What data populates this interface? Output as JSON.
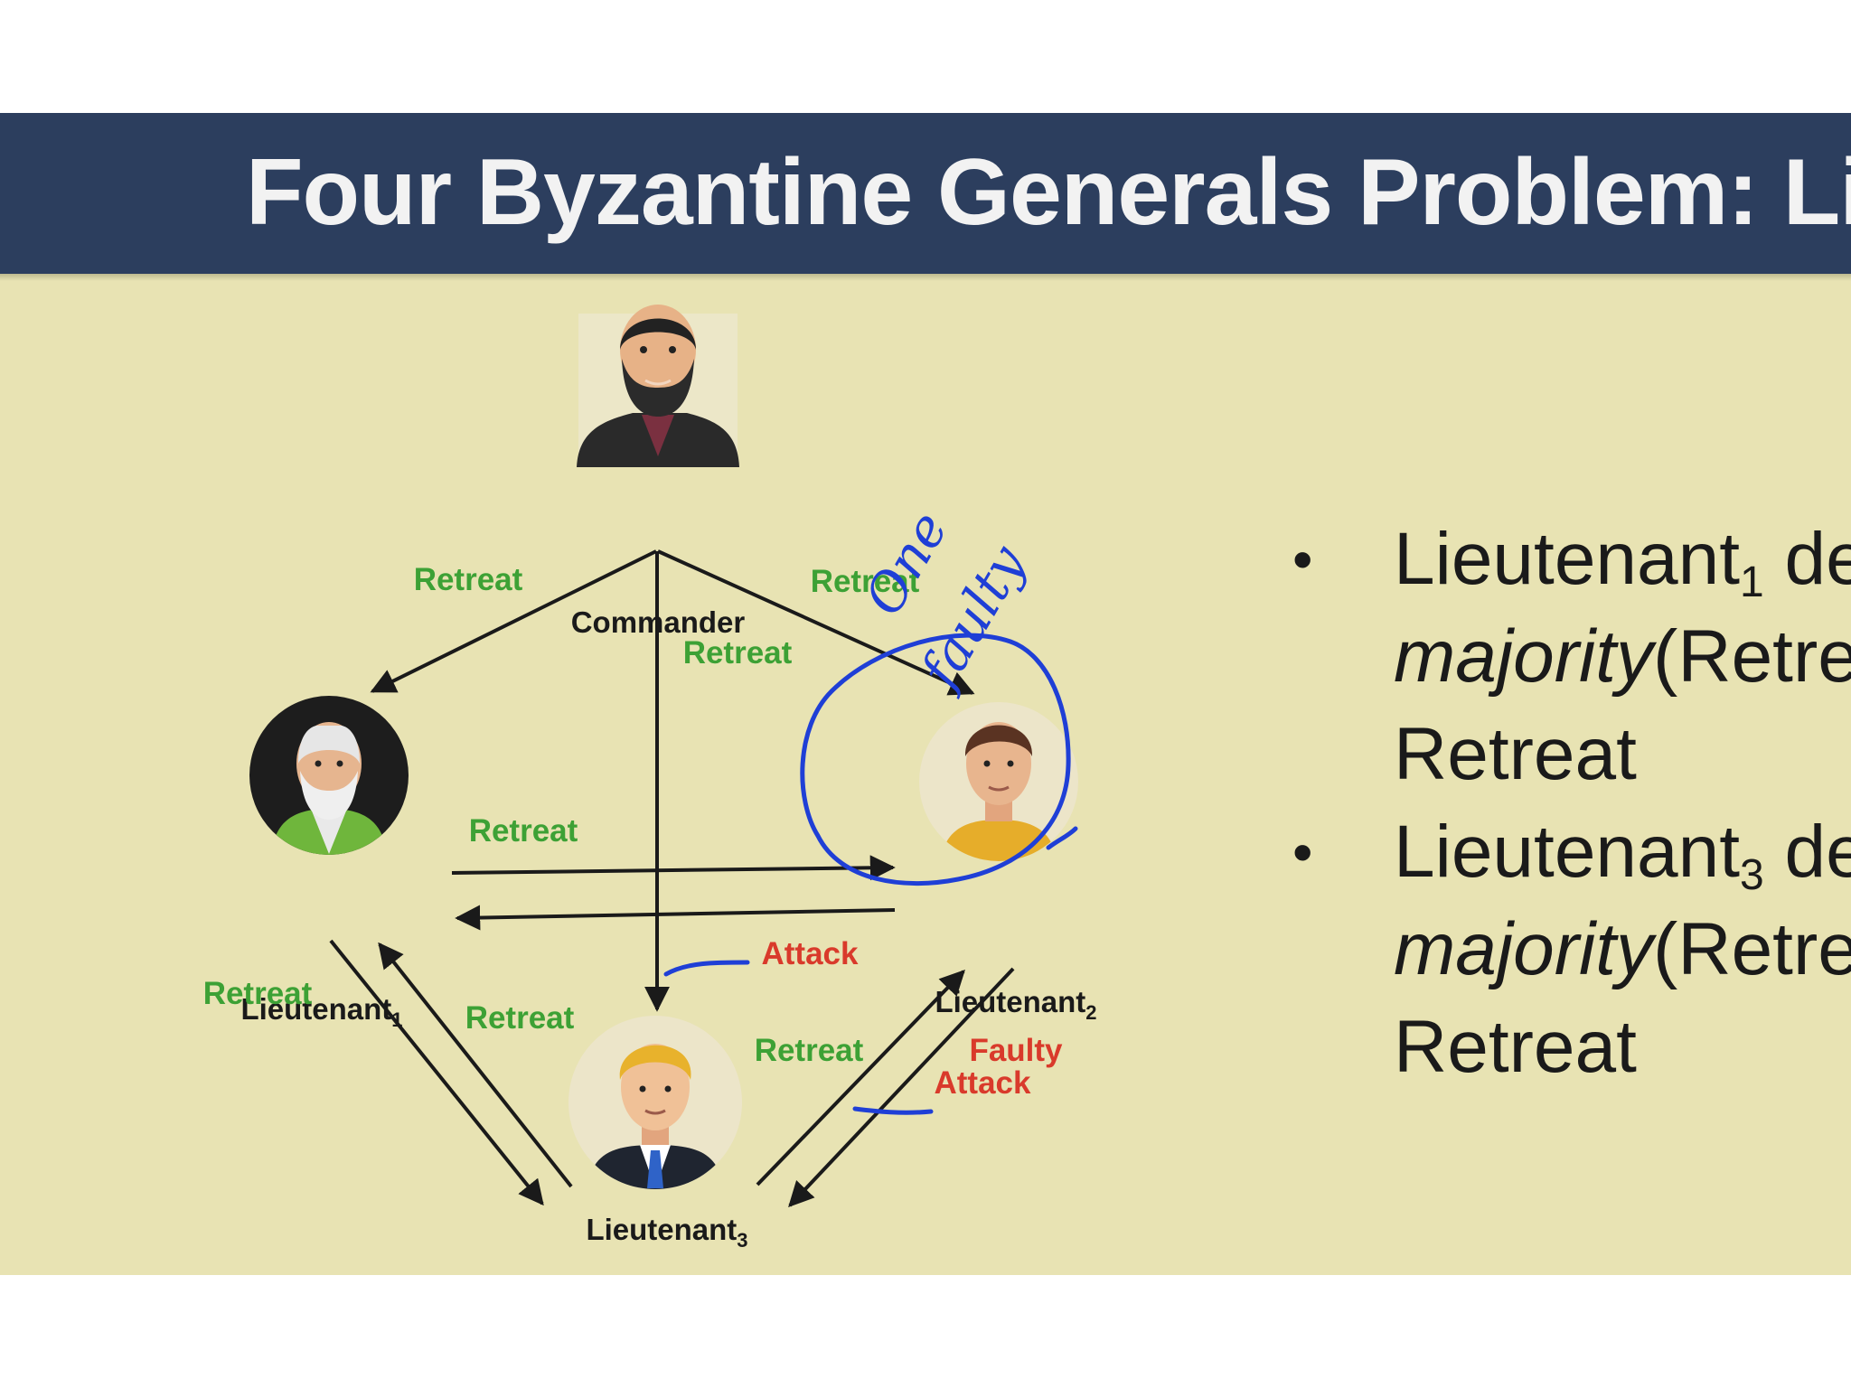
{
  "slide": {
    "title": "Four Byzantine Generals Problem: Lieutena",
    "colors": {
      "title_bar": "#2c3e5e",
      "background": "#e8e3b3",
      "green_label": "#3da135",
      "red_label": "#d93a2b",
      "ink": "#1f3fd6"
    }
  },
  "diagram": {
    "nodes": {
      "commander": {
        "label": "Commander",
        "icon": "commander-avatar"
      },
      "lieutenant1": {
        "label": "Lieutenant",
        "sub": "1",
        "icon": "old-man-avatar"
      },
      "lieutenant2": {
        "label": "Lieutenant",
        "sub": "2",
        "status": "Faulty",
        "icon": "young-man-avatar"
      },
      "lieutenant3": {
        "label": "Lieutenant",
        "sub": "3",
        "icon": "blonde-businessman-avatar"
      }
    },
    "messages": {
      "c_to_l1": "Retreat",
      "c_to_l2": "Retreat",
      "c_to_l3": "Retreat",
      "l1_to_l2": "Retreat",
      "l1_to_l3": "Retreat",
      "l3_to_l1": "Retreat",
      "l3_to_l2": "Retreat",
      "l2_to_l3": "Attack",
      "l2_to_l3_center": "Attack"
    }
  },
  "annotations": {
    "handwriting_line1": "One",
    "handwriting_line2": "faulty"
  },
  "bullets": [
    {
      "name": "Lieutenant",
      "sub": "1",
      "verb": " dec",
      "func": "majority",
      "args": "(Retrea",
      "result": "Retreat"
    },
    {
      "name": "Lieutenant",
      "sub": "3",
      "verb": " dec",
      "func": "majority",
      "args": "(Retrea",
      "result": "Retreat"
    }
  ]
}
